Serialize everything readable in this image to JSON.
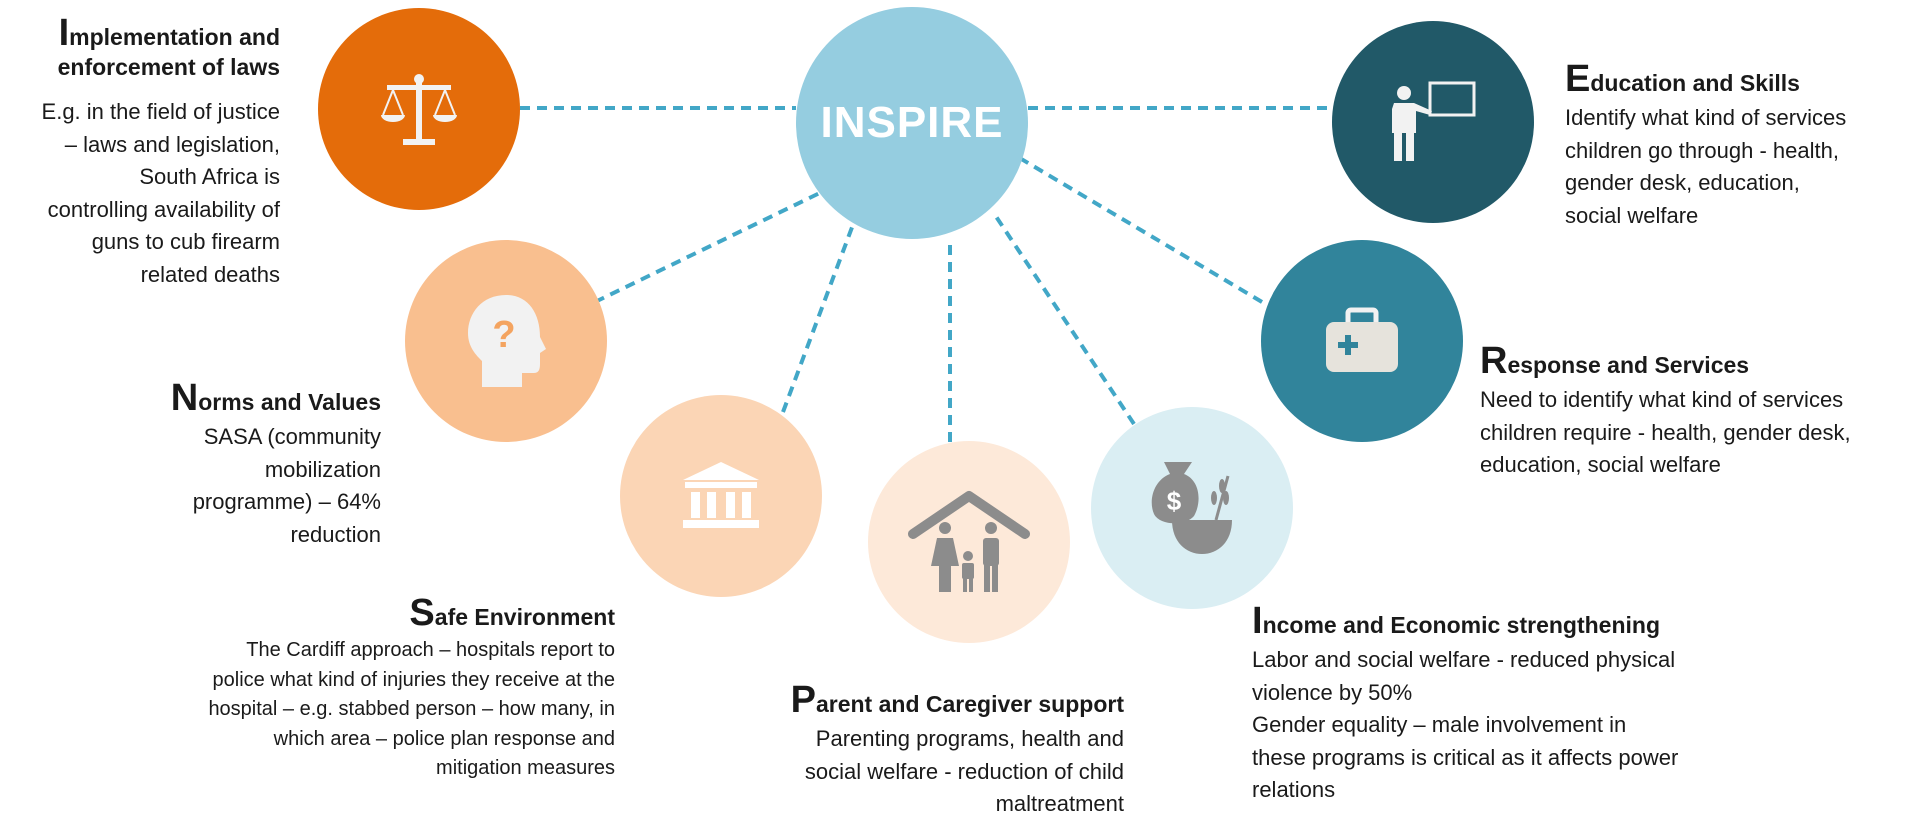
{
  "hub": {
    "label": "INSPIRE",
    "color": "#95cde0"
  },
  "link_color": "#42a7c7",
  "strategies": [
    {
      "id": "implementation",
      "initial": "I",
      "title_rest": "mplementation and\nenforcement of laws",
      "body": "E.g. in the field of justice\n– laws and legislation,\nSouth Africa is\ncontrolling availability of\nguns to cub firearm\nrelated deaths",
      "color": "#e46c0a",
      "icon": "scales-of-justice-icon"
    },
    {
      "id": "norms",
      "initial": "N",
      "title_rest": "orms and Values",
      "body": "SASA (community\nmobilization\nprogramme) – 64%\nreduction",
      "color": "#f9bf8f",
      "icon": "head-question-icon"
    },
    {
      "id": "safe",
      "initial": "S",
      "title_rest": "afe Environment",
      "body": "The Cardiff approach – hospitals report to\npolice what kind of injuries they receive at the\nhospital – e.g. stabbed person – how many, in\nwhich area – police plan response and\nmitigation measures",
      "color": "#fbd5b5",
      "icon": "institution-building-icon"
    },
    {
      "id": "parent",
      "initial": "P",
      "title_rest": "arent and Caregiver support",
      "body": "Parenting programs, health and\nsocial welfare - reduction of child\nmaltreatment",
      "color": "#fde9d9",
      "icon": "family-house-icon"
    },
    {
      "id": "income",
      "initial": "I",
      "title_rest": "ncome and Economic strengthening",
      "body": "Labor and social welfare - reduced physical\nviolence by 50%\nGender equality – male involvement in\nthese programs is critical as it affects power\nrelations",
      "color": "#daeef3",
      "icon": "money-bag-food-icon"
    },
    {
      "id": "response",
      "initial": "R",
      "title_rest": "esponse and Services",
      "body": "Need to identify what kind of services\nchildren require - health, gender desk,\neducation, social welfare",
      "color": "#31849b",
      "icon": "medical-kit-icon"
    },
    {
      "id": "education",
      "initial": "E",
      "title_rest": "ducation and Skills",
      "body": "Identify what kind of services\nchildren go through - health,\ngender desk, education,\nsocial welfare",
      "color": "#215968",
      "icon": "teacher-board-icon"
    }
  ]
}
